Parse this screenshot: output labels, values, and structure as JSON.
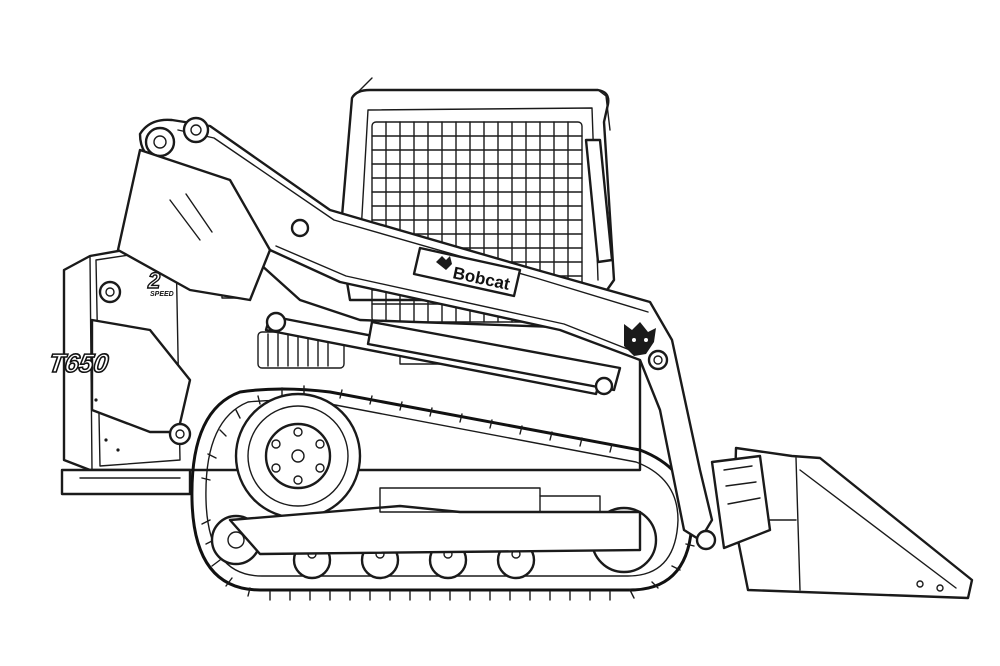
{
  "illustration": {
    "subject": "tracked-loader-line-drawing",
    "brand_decal": "Bobcat",
    "model_decal": "T650",
    "speed_badge_word": "SPEED",
    "speed_badge_number": "2",
    "line_color": "#1a1a1a",
    "background_color": "#ffffff"
  }
}
